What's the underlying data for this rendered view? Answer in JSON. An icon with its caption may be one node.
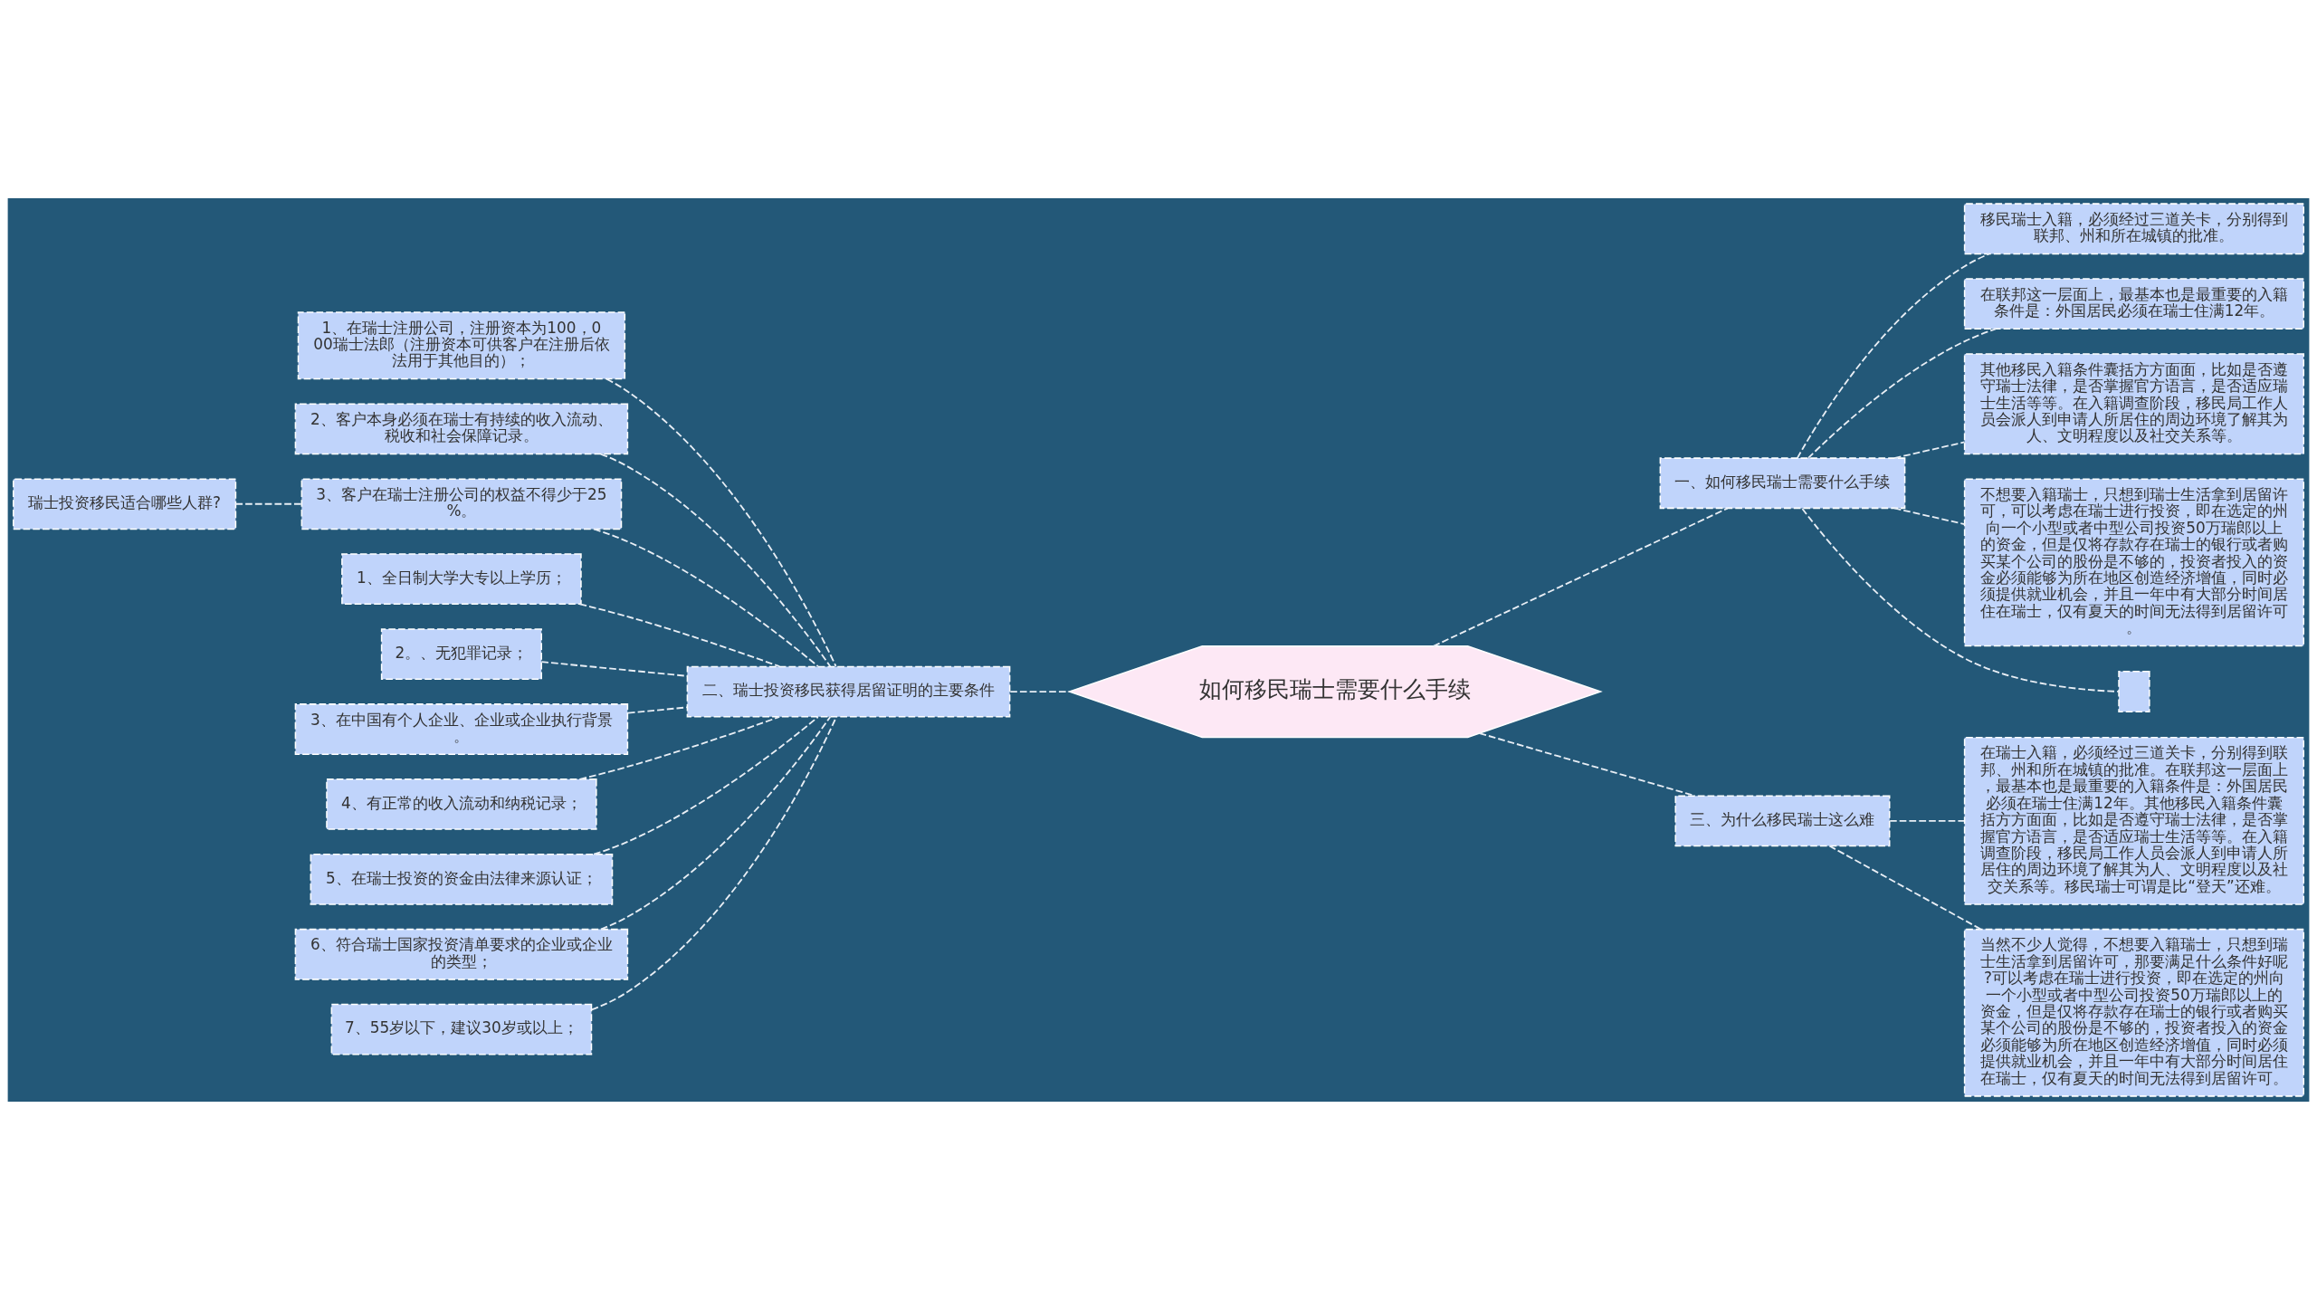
{
  "diagram": {
    "nodes": [
      {
        "text": [
          "如何移民瑞士需要什么手续"
        ]
      },
      {
        "text": [
          "一、如何移民瑞士需要什么手续"
        ]
      },
      {
        "text": [
          "移民瑞士入籍，必须经过三道关卡，分别得到联邦、州和所在城镇的批准。"
        ]
      },
      {
        "text": [
          "在联邦这一层面上，最基本也是最重要的入籍条件是：外国居民必须在瑞士住满12年。"
        ]
      },
      {
        "text": [
          "其他移民入籍条件囊括方方面面，比如是否遵守瑞士法律，是否掌握官方语言，是否适应瑞士生活等等。在入籍调查阶段，移民局工作人员会派人到申请人所居住的周边环境了解其为人、文明程度以及社交关系等。"
        ]
      },
      {
        "text": [
          "不想要入籍瑞士，只想到瑞士生活拿到居留许可，可以考虑在瑞士进行投资，即在选定的州向一个小型或者中型公司投资50万瑞郎以上的资金，但是仅将存款存在瑞士的银行或者购买某个公司的股份是不够的，投资者投入的资金必须能够为所在地区创造经济增值，同时必须提供就业机会，并且一年中有大部分时间居住在瑞士，仅有夏天的时间无法得到居留许可。"
        ]
      },
      {
        "text": [],
        "shape": "box"
      },
      {
        "text": [
          "二、瑞士投资移民获得居留证明的主要条件"
        ]
      },
      {
        "text": [
          "1、在瑞士注册公司，注册资本为100，000瑞士法郎（注册资本可供客户在注册后依法用于其他目的）；"
        ]
      },
      {
        "text": [
          "2、客户本身必须在瑞士有持续的收入流动、税收和社会保障记录。"
        ]
      },
      {
        "text": [
          "3、客户在瑞士注册公司的权益不得少于25%。"
        ]
      },
      {
        "text": [
          "1、全日制大学大专以上学历；"
        ]
      },
      {
        "text": [
          "2。、无犯罪记录；"
        ]
      },
      {
        "text": [
          "3、在中国有个人企业、企业或企业执行背景。"
        ]
      },
      {
        "text": [
          "4、有正常的收入流动和纳税记录；"
        ]
      },
      {
        "text": [
          "5、在瑞士投资的资金由法律来源认证；"
        ]
      },
      {
        "text": [
          "6、符合瑞士国家投资清单要求的企业或企业的类型；"
        ]
      },
      {
        "text": [
          "7、55岁以下，建议30岁或以上；"
        ]
      },
      {
        "text": [
          "瑞士投资移民适合哪些人群?"
        ]
      },
      {
        "text": [
          "三、为什么移民瑞士这么难"
        ]
      },
      {
        "text": [
          "在瑞士入籍，必须经过三道关卡，分别得到联邦、州和所在城镇的批准。在联邦这一层面上，最基本也是最重要的入籍条件是：外国居民必须在瑞士住满12年。其他移民入籍条件囊括方方面面，比如是否遵守瑞士法律，是否掌握官方语言，是否适应瑞士生活等等。在入籍调查阶段，移民局工作人员会派人到申请人所居住的周边环境了解其为人、文明程度以及社交关系等。移民瑞士可谓是比“登天”还难。"
        ]
      },
      {
        "text": [
          "当然不少人觉得，不想要入籍瑞士，只想到瑞士生活拿到居留许可，那要满足什么条件好呢?可以考虑在瑞士进行投资，即在选定的州向一个小型或者中型公司投资50万瑞郎以上的资金，但是仅将存款存在瑞士的银行或者购买某个公司的股份是不够的，投资者投入的资金必须能够为所在地区创造经济增值，同时必须提供就业机会，并且一年中有大部分时间居住在瑞士，仅有夏天的时间无法得到居留许可。"
        ]
      }
    ],
    "edges": [
      {
        "from": 0,
        "to": 1,
        "arrow": "none",
        "style": "dashed"
      },
      {
        "from": 1,
        "to": 2,
        "arrow": "none",
        "style": "dashed"
      },
      {
        "from": 1,
        "to": 3,
        "arrow": "none",
        "style": "dashed"
      },
      {
        "from": 1,
        "to": 4,
        "arrow": "none",
        "style": "dashed"
      },
      {
        "from": 1,
        "to": 5,
        "arrow": "none",
        "style": "dashed"
      },
      {
        "from": 1,
        "to": 6,
        "arrow": "none",
        "style": "dashed"
      },
      {
        "from": 7,
        "to": 0,
        "arrow": "none",
        "style": "dashed"
      },
      {
        "from": 8,
        "to": 7,
        "arrow": "none",
        "style": "dashed"
      },
      {
        "from": 9,
        "to": 7,
        "arrow": "none",
        "style": "dashed"
      },
      {
        "from": 10,
        "to": 7,
        "arrow": "none",
        "style": "dashed"
      },
      {
        "from": 11,
        "to": 7,
        "arrow": "none",
        "style": "dashed"
      },
      {
        "from": 12,
        "to": 7,
        "arrow": "none",
        "style": "dashed"
      },
      {
        "from": 13,
        "to": 7,
        "arrow": "none",
        "style": "dashed"
      },
      {
        "from": 14,
        "to": 7,
        "arrow": "none",
        "style": "dashed"
      },
      {
        "from": 15,
        "to": 7,
        "arrow": "none",
        "style": "dashed"
      },
      {
        "from": 16,
        "to": 7,
        "arrow": "none",
        "style": "dashed"
      },
      {
        "from": 17,
        "to": 7,
        "arrow": "none",
        "style": "dashed"
      },
      {
        "from": 18,
        "to": 10,
        "arrow": "none",
        "style": "dashed"
      },
      {
        "from": 0,
        "to": 19,
        "arrow": "none",
        "style": "dashed"
      },
      {
        "from": 19,
        "to": 20,
        "arrow": "none",
        "style": "dashed"
      },
      {
        "from": 19,
        "to": 21,
        "arrow": "none",
        "style": "dashed"
      }
    ]
  }
}
